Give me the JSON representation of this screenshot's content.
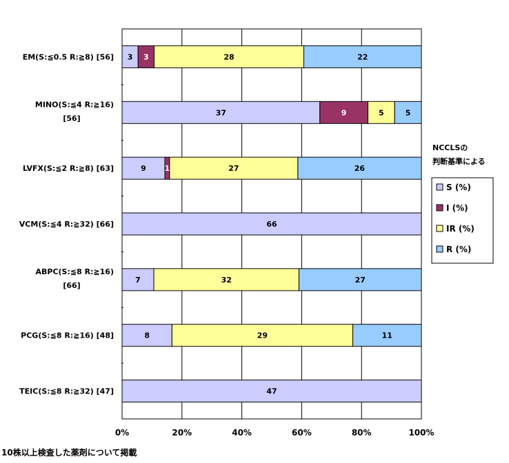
{
  "chart_data": {
    "type": "bar",
    "orientation": "horizontal",
    "stacked": "percent",
    "categories": [
      [
        "EM(S:≦0.5 R:≧8) [56]"
      ],
      [
        "MINO(S:≦4 R:≧16)",
        "[56]"
      ],
      [
        "LVFX(S:≦2 R:≧8) [63]"
      ],
      [
        "VCM(S:≦4 R:≧32) [66]"
      ],
      [
        "ABPC(S:≦8 R:≧16)",
        "[66]"
      ],
      [
        "PCG(S:≦8 R:≧16) [48]"
      ],
      [
        "TEIC(S:≦8 R:≧32) [47]"
      ]
    ],
    "series": [
      {
        "name": "S (%)",
        "color": "#ccccff",
        "values": [
          3,
          37,
          9,
          66,
          7,
          8,
          47
        ]
      },
      {
        "name": "I (%)",
        "color": "#993366",
        "values": [
          3,
          9,
          1,
          0,
          0,
          0,
          0
        ]
      },
      {
        "name": "IR (%)",
        "color": "#ffff99",
        "values": [
          28,
          5,
          27,
          0,
          32,
          29,
          0
        ]
      },
      {
        "name": "R (%)",
        "color": "#99ccff",
        "values": [
          22,
          5,
          26,
          0,
          27,
          11,
          0
        ]
      }
    ],
    "xaxis": {
      "ticks": [
        "0%",
        "20%",
        "40%",
        "60%",
        "80%",
        "100%"
      ],
      "range": [
        0,
        100
      ]
    },
    "grid": true,
    "legend": {
      "title": [
        "NCCLSの",
        "判断基準による"
      ],
      "placement": "right"
    }
  },
  "footnote": "10株以上検査した薬剤について掲載"
}
